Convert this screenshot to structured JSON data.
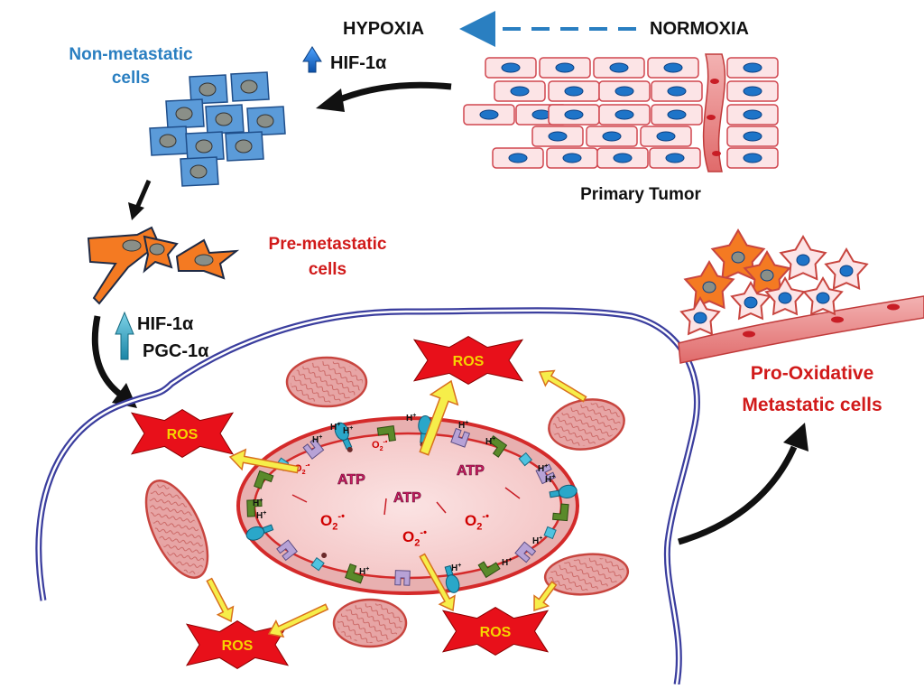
{
  "labels": {
    "hypoxia": "HYPOXIA",
    "normoxia": "NORMOXIA",
    "hif_top": "HIF-1α",
    "non_metastatic_line1": "Non-metastatic",
    "non_metastatic_line2": "cells",
    "primary_tumor": "Primary Tumor",
    "pre_metastatic_line1": "Pre-metastatic",
    "pre_metastatic_line2": "cells",
    "hif_mid": "HIF-1α",
    "pgc_mid": "PGC-1α",
    "pro_oxidative_line1": "Pro-Oxidative",
    "pro_oxidative_line2": "Metastatic cells"
  },
  "ros_label": "ROS",
  "atp_label": "ATP",
  "superoxide_label": "O",
  "superoxide_sub": "2",
  "superoxide_sup": "-•",
  "proton_label": "H",
  "proton_sup": "+",
  "colors": {
    "blue_text": "#2a7fc1",
    "red_text": "#d11a1a",
    "ros_fill": "#e8101a",
    "ros_text": "#f6d400",
    "atp_text": "#cc1b63",
    "cell_blue": "#5b9bd9",
    "cell_orange": "#f47a22",
    "mito_fill": "#e7a5a5",
    "mito_stroke": "#c8453f",
    "membrane_blue": "#3b3e9e",
    "arrow_black": "#111111",
    "arrow_yellow": "#f6ee4a"
  }
}
